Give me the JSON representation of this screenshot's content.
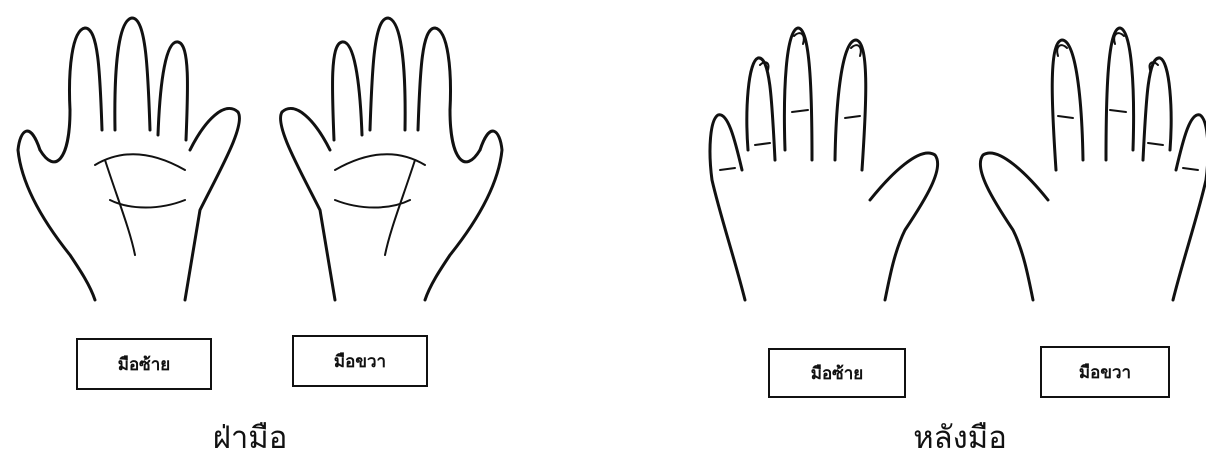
{
  "palm_section": {
    "caption": "ฝ่ามือ",
    "left_label": "มือซ้าย",
    "right_label": "มือขวา"
  },
  "back_section": {
    "caption": "หลังมือ",
    "left_label": "มือซ้าย",
    "right_label": "มือขวา"
  },
  "colors": {
    "line": "#111111",
    "background": "#ffffff"
  }
}
